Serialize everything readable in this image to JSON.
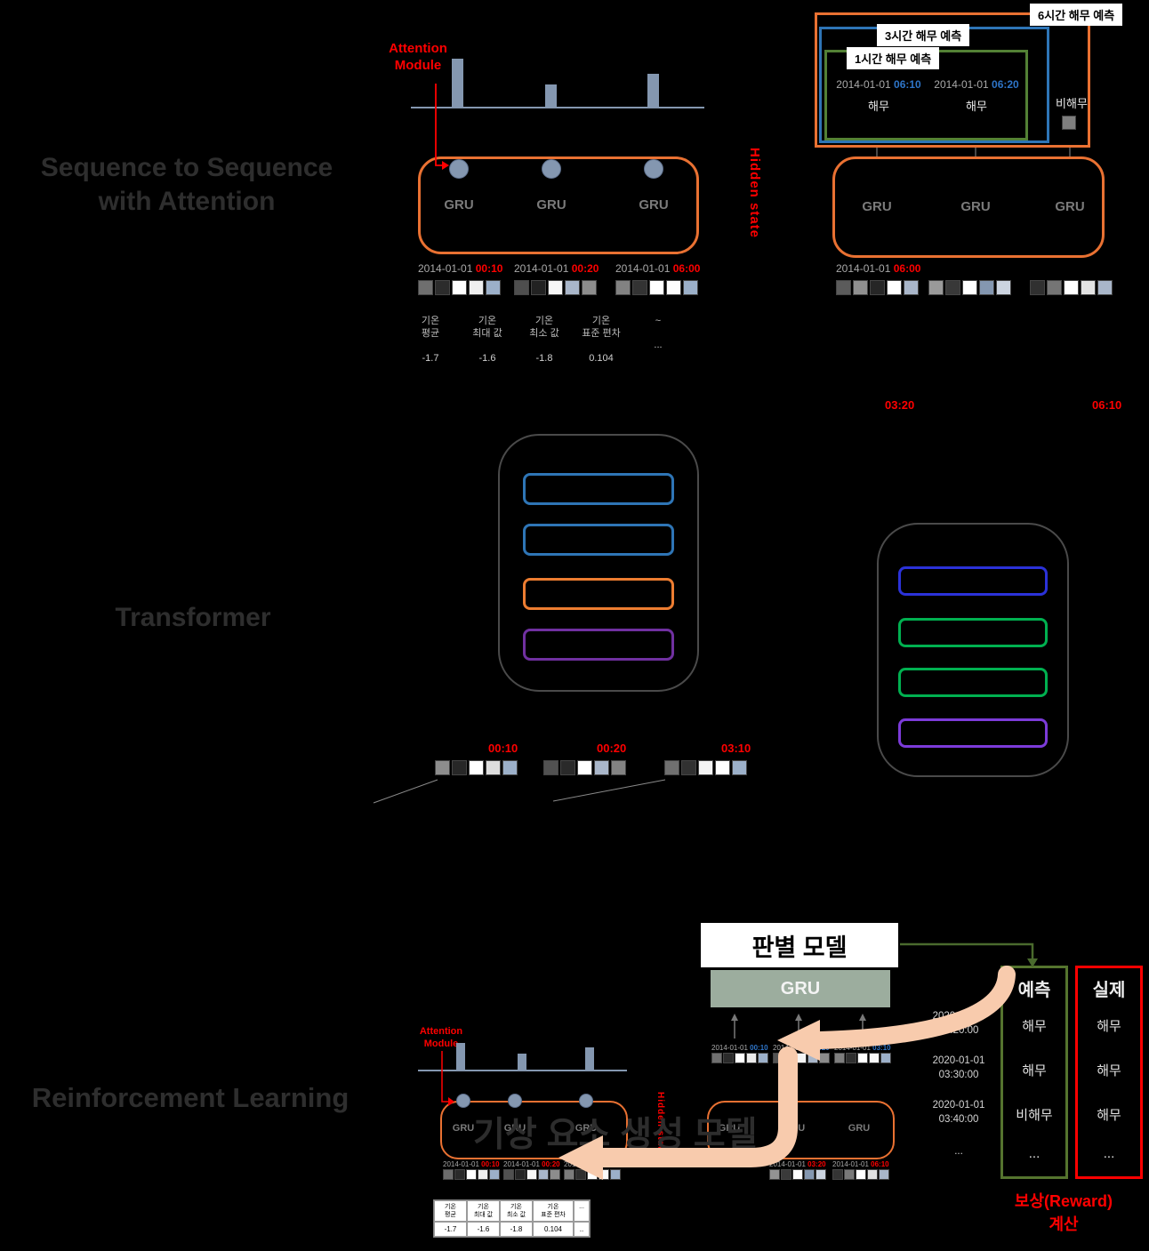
{
  "palette": {
    "background": "#000000",
    "box_orange": "#E97132",
    "accent_red": "#FF0000",
    "time_blue": "#2E75C8",
    "bar_blue_gray": "#8497B0",
    "arrow_peach": "#F8CBAD",
    "pred_border_green": "#55742E",
    "actual_border_red": "#FF0000",
    "discriminator_gru_bg": "#9CAD9E"
  },
  "seq2seq": {
    "title": [
      "Sequence to Sequence",
      "with Attention"
    ],
    "attention_label": [
      "Attention",
      "Module"
    ],
    "attention_bar_heights": [
      54,
      25,
      37
    ],
    "hidden_state_label": "Hidden state",
    "encoder_units": [
      "GRU",
      "GRU",
      "GRU"
    ],
    "decoder_units": [
      "GRU",
      "GRU",
      "GRU"
    ],
    "encoder_inputs": [
      {
        "date": "2014-01-01",
        "time": "00:10",
        "cells": [
          "#6f6f6f",
          "#2c2c2c",
          "#ffffff",
          "#efefef",
          "#9cb0c9"
        ]
      },
      {
        "date": "2014-01-01",
        "time": "00:20",
        "cells": [
          "#4e4e4e",
          "#222222",
          "#f6f6f6",
          "#a9b6c9",
          "#8d8d8d"
        ]
      },
      {
        "date": "2014-01-01",
        "time": "06:00",
        "cells": [
          "#828282",
          "#333333",
          "#ffffff",
          "#fcfcfc",
          "#9cb0c9"
        ]
      }
    ],
    "decoder_inputs": [
      {
        "date": "2014-01-01",
        "time": "06:00",
        "cells": [
          "#5b5b5b",
          "#909090",
          "#262626",
          "#ffffff",
          "#a9b6c9"
        ]
      },
      {
        "cells": [
          "#9a9a9a",
          "#383838",
          "#ffffff",
          "#8497b0",
          "#ccd4e0"
        ]
      },
      {
        "cells": [
          "#303030",
          "#757575",
          "#ffffff",
          "#e3e3e3",
          "#a9b6c9"
        ]
      }
    ],
    "floating_times": [
      "03:20",
      "06:10"
    ],
    "feature_cols": [
      {
        "top": "기온",
        "bottom": "평균",
        "value": "-1.7"
      },
      {
        "top": "기온",
        "bottom": "최대 값",
        "value": "-1.6"
      },
      {
        "top": "기온",
        "bottom": "최소 값",
        "value": "-1.8"
      },
      {
        "top": "기온",
        "bottom": "표준 편차",
        "value": "0.104"
      },
      {
        "top": "~",
        "bottom": "",
        "value": "..."
      }
    ],
    "forecast": {
      "label_6h": "6시간 해무 예측",
      "label_3h": "3시간 해무 예측",
      "label_1h": "1시간 해무 예측",
      "items": [
        {
          "date": "2014-01-01",
          "time": "06:10",
          "result": "해무"
        },
        {
          "date": "2014-01-01",
          "time": "06:20",
          "result": "해무"
        },
        {
          "result": "비해무",
          "cells": [
            "#7F7F7F"
          ]
        }
      ]
    }
  },
  "transformer": {
    "title": "Transformer",
    "encoder_block_colors": [
      "#2E75B6",
      "#2E75B6",
      "#ED7D31",
      "#7030A0"
    ],
    "decoder_block_colors": [
      "#2B32D9",
      "#00B050",
      "#00B050",
      "#7C3BD9"
    ],
    "inputs": [
      {
        "time": "00:10",
        "cells": [
          "#8d8d8d",
          "#272727",
          "#ffffff",
          "#dddddd",
          "#9cb0c9"
        ]
      },
      {
        "time": "00:20",
        "cells": [
          "#515151",
          "#2a2a2a",
          "#ffffff",
          "#a9b6c9",
          "#838383"
        ]
      },
      {
        "time": "03:10",
        "cells": [
          "#707070",
          "#313131",
          "#f4f4f4",
          "#ffffff",
          "#9cb0c9"
        ]
      }
    ]
  },
  "rl": {
    "title": "Reinforcement Learning",
    "discriminator_title": "판별 모델",
    "discriminator_unit": "GRU",
    "generator_title": "기상 요소 생성 모델",
    "attention_label": [
      "Attention",
      "Module"
    ],
    "attention_bar_heights": [
      30,
      18,
      25
    ],
    "hidden_state_label": "Hidden state",
    "discriminator_inputs": [
      {
        "date": "2014-01-01",
        "time": "00:10",
        "cells": [
          "#707070",
          "#2b2b2b",
          "#ffffff",
          "#ebebeb",
          "#9cb0c9"
        ]
      },
      {
        "date": "2014-01-01",
        "time": "00:20",
        "cells": [
          "#525252",
          "#262626",
          "#f5f5f5",
          "#a9b6c9",
          "#8b8b8b"
        ]
      },
      {
        "date": "2014-01-01",
        "time": "03:10",
        "cells": [
          "#7e7e7e",
          "#2f2f2f",
          "#ffffff",
          "#f8f8f8",
          "#9cb0c9"
        ]
      }
    ],
    "generator_left_units": [
      "GRU",
      "GRU",
      "GRU"
    ],
    "generator_right_units": [
      "GRU",
      "GRU",
      "GRU"
    ],
    "generator_left_inputs": [
      {
        "date": "2014-01-01",
        "time": "00:10",
        "cells": [
          "#6d6d6d",
          "#2a2a2a",
          "#ffffff",
          "#eeeeee",
          "#9cb0c9"
        ]
      },
      {
        "date": "2014-01-01",
        "time": "00:20",
        "cells": [
          "#505050",
          "#242424",
          "#f6f6f6",
          "#a9b6c9",
          "#8c8c8c"
        ]
      },
      {
        "date": "2014-01-01",
        "time": "03:10",
        "cells": [
          "#7c7c7c",
          "#2e2e2e",
          "#ffffff",
          "#fafafa",
          "#9cb0c9"
        ]
      }
    ],
    "generator_right_inputs": [
      {
        "date": "2014-01-01",
        "time": "03:20",
        "cells": [
          "#929292",
          "#3a3a3a",
          "#ffffff",
          "#8497b0",
          "#cbd3df"
        ]
      },
      {
        "date": "2014-01-01",
        "time": "06:10",
        "cells": [
          "#343434",
          "#797979",
          "#ffffff",
          "#e2e2e2",
          "#a9b6c9"
        ]
      }
    ],
    "feature_cols": [
      {
        "top": "기온",
        "bottom": "평균",
        "value": "-1.7"
      },
      {
        "top": "기온",
        "bottom": "최대 값",
        "value": "-1.6"
      },
      {
        "top": "기온",
        "bottom": "최소 값",
        "value": "-1.8"
      },
      {
        "top": "기온",
        "bottom": "표준 편차",
        "value": "0.104"
      },
      {
        "top": "...",
        "bottom": "",
        "value": ".."
      }
    ],
    "results": {
      "timestamps": [
        {
          "date": "2020-01-01",
          "time": "03:20:00"
        },
        {
          "date": "2020-01-01",
          "time": "03:30:00"
        },
        {
          "date": "2020-01-01",
          "time": "03:40:00"
        },
        {
          "date": "...",
          "time": ""
        }
      ],
      "pred_header": "예측",
      "pred_rows": [
        "해무",
        "해무",
        "비해무",
        "..."
      ],
      "actual_header": "실제",
      "actual_rows": [
        "해무",
        "해무",
        "해무",
        "..."
      ]
    },
    "reward_label": [
      "보상(Reward)",
      "계산"
    ]
  }
}
